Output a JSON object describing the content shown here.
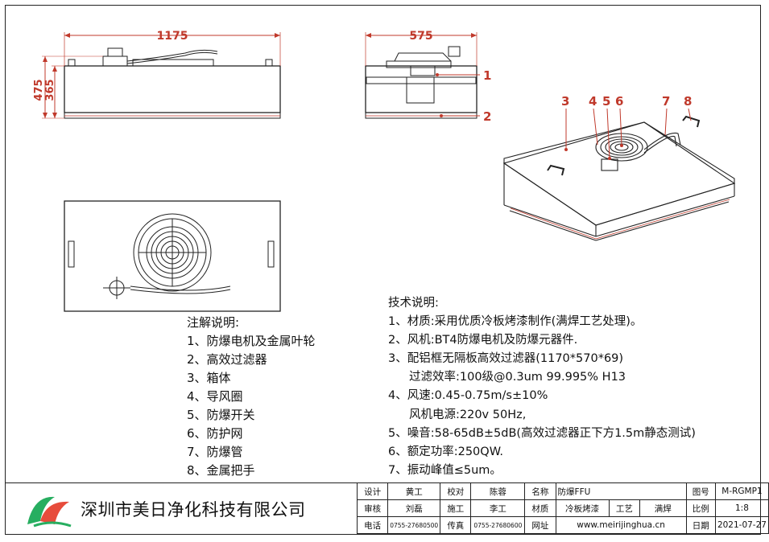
{
  "dimensions": {
    "front_width": "1175",
    "front_height_total": "475",
    "front_height_body": "365",
    "side_width": "575"
  },
  "callouts": [
    "1",
    "2",
    "3",
    "4",
    "5",
    "6",
    "7",
    "8"
  ],
  "notes": {
    "title": "注解说明:",
    "items": [
      "1、防爆电机及金属叶轮",
      "2、高效过滤器",
      "3、箱体",
      "4、导风圈",
      "5、防爆开关",
      "6、防护网",
      "7、防爆管",
      "8、金属把手"
    ]
  },
  "tech": {
    "title": "技术说明:",
    "lines": [
      "1、材质:采用优质冷板烤漆制作(满焊工艺处理)。",
      "2、风机:BT4防爆电机及防爆元器件.",
      "3、配铝框无隔板高效过滤器(1170*570*69)",
      "过滤效率:100级@0.3um 99.995% H13",
      "4、风速:0.45-0.75m/s±10%",
      "风机电源:220v 50Hz,",
      "5、噪音:58-65dB±5dB(高效过滤器正下方1.5m静态测试)",
      "6、额定功率:250QW.",
      "7、振动峰值≤5um。"
    ]
  },
  "title_block": {
    "company": "深圳市美日净化科技有限公司",
    "design_label": "设计",
    "design_value": "黄工",
    "check_label": "校对",
    "check_value": "陈蓉",
    "name_label": "名称",
    "name_value": "防爆FFU",
    "drawing_no_label": "图号",
    "drawing_no_value": "M-RGMP1",
    "review_label": "审核",
    "review_value": "刘磊",
    "construct_label": "施工",
    "construct_value": "李工",
    "material_label": "材质",
    "material_value": "冷板烤漆",
    "craft_label": "工艺",
    "craft_value": "满焊",
    "scale_label": "比例",
    "scale_value": "1:8",
    "phone_label": "电话",
    "phone_value": "0755-27680500",
    "fax_label": "传真",
    "fax_value": "0755-27680600",
    "site_label": "网址",
    "site_value": "www.meirijinghua.cn",
    "date_label": "日期",
    "date_value": "2021-07-27"
  },
  "colors": {
    "dimension": "#c0392b",
    "line": "#222222"
  }
}
